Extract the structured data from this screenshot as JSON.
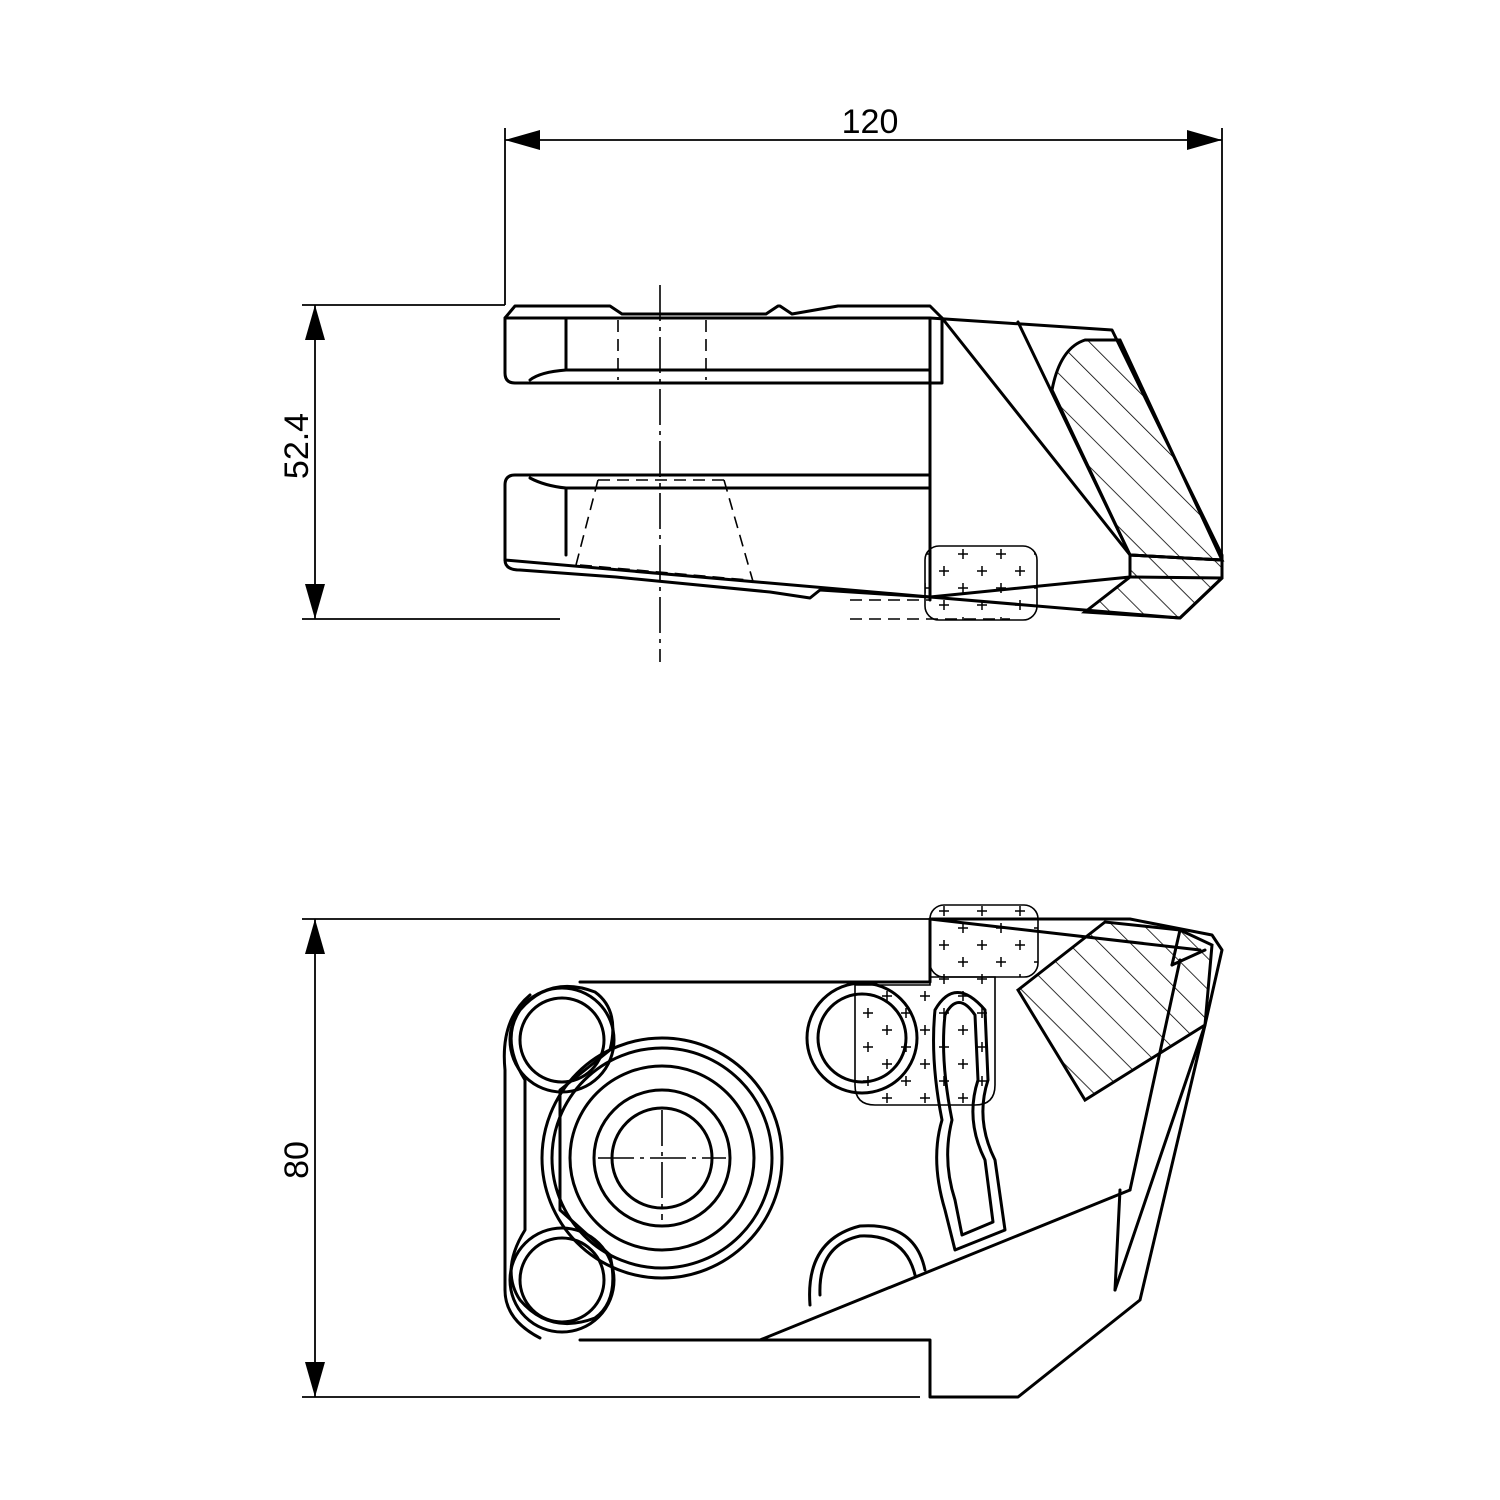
{
  "dimensions": {
    "width": "120",
    "side_height": "52.4",
    "front_height": "80"
  },
  "colors": {
    "stroke": "#000000",
    "background": "#ffffff"
  }
}
